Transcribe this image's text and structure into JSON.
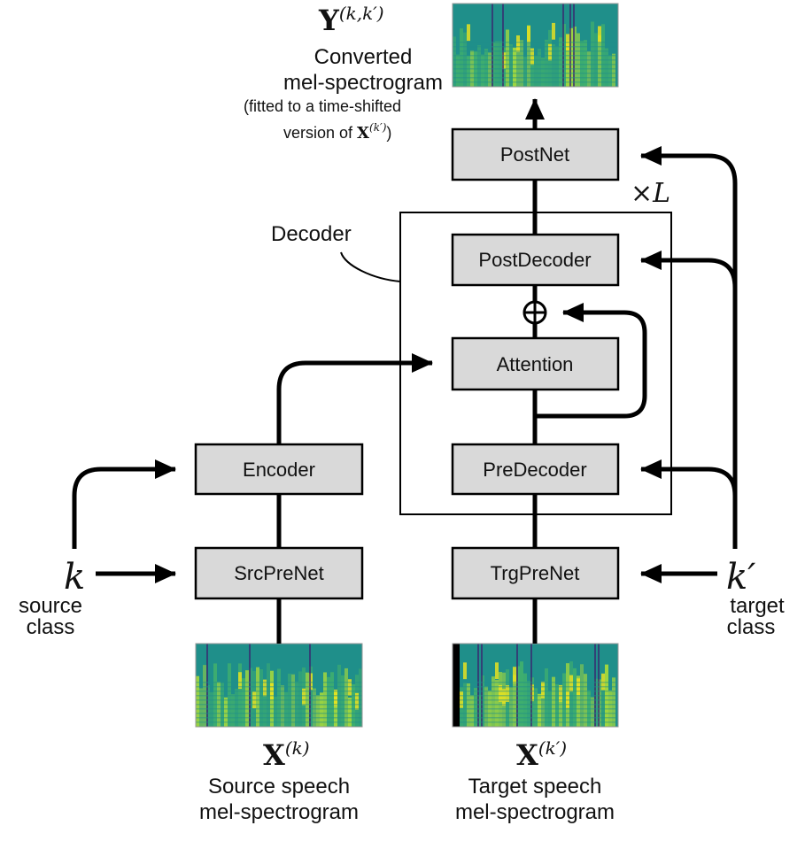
{
  "blocks": {
    "postnet": "PostNet",
    "postdecoder": "PostDecoder",
    "attention": "Attention",
    "predecoder": "PreDecoder",
    "encoder": "Encoder",
    "srcprenet": "SrcPreNet",
    "trgprenet": "TrgPreNet"
  },
  "decoder": {
    "label": "Decoder",
    "repeat": "×L"
  },
  "source": {
    "symbol": "k",
    "line1": "source",
    "line2": "class"
  },
  "target": {
    "symbol": "k′",
    "line1": "target",
    "line2": "class"
  },
  "output": {
    "symbol_base": "Y",
    "symbol_sup": "(k,k′)",
    "line1": "Converted",
    "line2": "mel-spectrogram",
    "note1": "(fitted to a time-shifted",
    "note2_prefix": "version of ",
    "note2_sym": "X",
    "note2_sup": "(k′)",
    "note2_suffix": ")"
  },
  "src_spec": {
    "symbol_base": "X",
    "symbol_sup": "(k)",
    "line1": "Source speech",
    "line2": "mel-spectrogram"
  },
  "trg_spec": {
    "symbol_base": "X",
    "symbol_sup": "(k′)",
    "line1": "Target speech",
    "line2": "mel-spectrogram"
  },
  "colors": {
    "block_fill": "#d9d9d9",
    "spec_dark": "#3b1f6e",
    "spec_mid": "#1f8f8a",
    "spec_light": "#9fd63f",
    "spec_bright": "#f2e61a"
  }
}
